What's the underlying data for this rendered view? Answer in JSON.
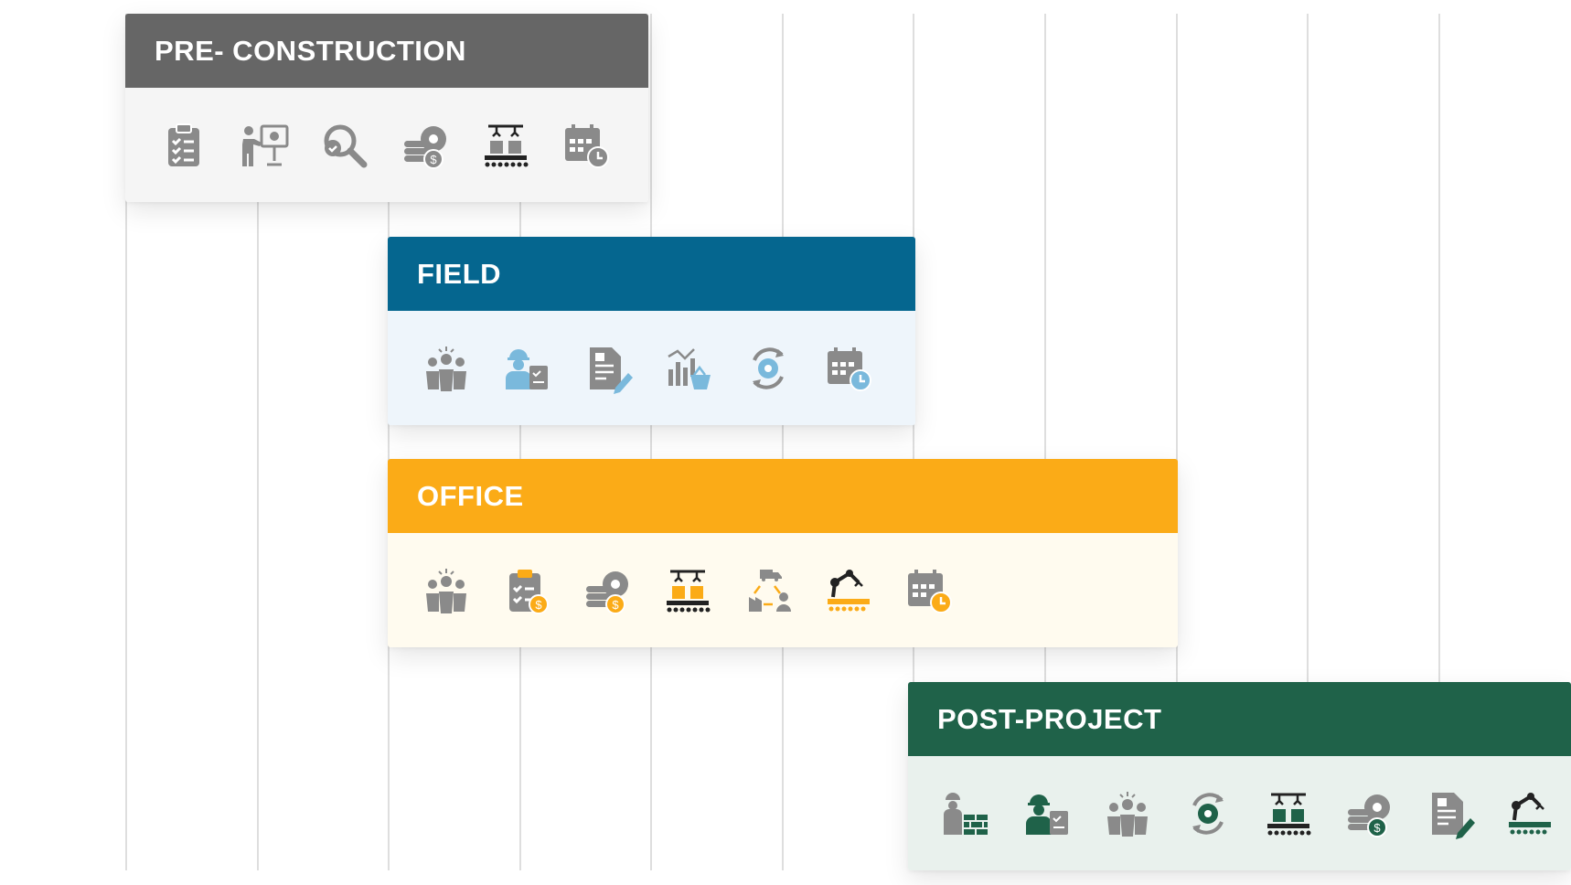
{
  "colors": {
    "gridline": "#dedede",
    "pre_construction": "#666666",
    "field": "#05668f",
    "office": "#fbab17",
    "post_project": "#1f6249"
  },
  "phases": [
    {
      "title": "PRE- CONSTRUCTION",
      "header_color": "#666666",
      "body_color": "#f5f5f5",
      "icon_color": "#8a8a8a",
      "accent_color": "#8a8a8a",
      "icons": [
        "clipboard-checklist-icon",
        "presenter-board-icon",
        "search-check-icon",
        "coins-gear-icon",
        "conveyor-robot-icon",
        "calendar-clock-icon"
      ]
    },
    {
      "title": "FIELD",
      "header_color": "#05668f",
      "body_color": "#eef5fb",
      "icon_color": "#8a8a8a",
      "accent_color": "#7ab9dc",
      "icons": [
        "team-icon",
        "worker-clipboard-icon",
        "document-pen-icon",
        "chart-basket-icon",
        "cycle-gear-icon",
        "calendar-clock-icon"
      ]
    },
    {
      "title": "OFFICE",
      "header_color": "#fbab17",
      "body_color": "#fffbef",
      "icon_color": "#8a8a8a",
      "accent_color": "#fbab17",
      "icons": [
        "team-icon",
        "clipboard-dollar-icon",
        "coins-gear-icon",
        "conveyor-robot-icon",
        "supply-chain-icon",
        "robot-arm-icon",
        "calendar-clock-icon"
      ]
    },
    {
      "title": "POST-PROJECT",
      "header_color": "#1f6249",
      "body_color": "#e9f1ed",
      "icon_color": "#8a8a8a",
      "accent_color": "#1f6249",
      "icons": [
        "worker-wall-icon",
        "worker-clipboard-icon",
        "team-icon",
        "cycle-gear-icon",
        "conveyor-robot-icon",
        "coins-gear-icon",
        "document-pen-icon",
        "robot-arm-icon"
      ]
    }
  ]
}
